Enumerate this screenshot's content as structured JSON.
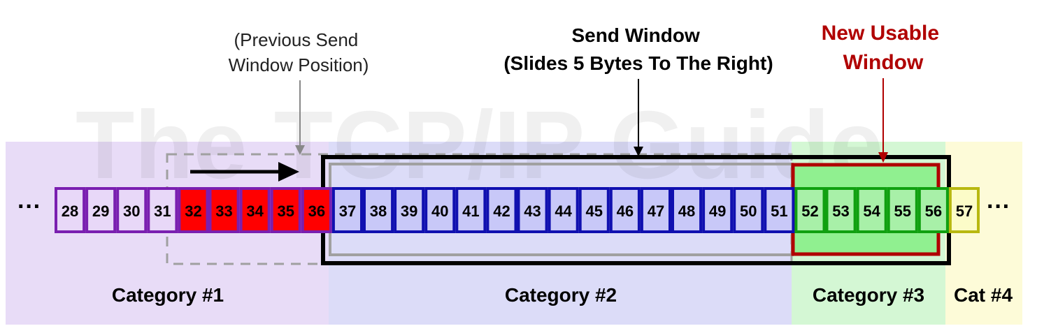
{
  "diagram": {
    "watermark": "The TCP/IP Guide",
    "prev_window_label": [
      "(Previous Send",
      "Window Position)"
    ],
    "send_window_label": [
      "Send Window",
      "(Slides 5 Bytes To The Right)"
    ],
    "new_usable_label": [
      "New Usable",
      "Window"
    ],
    "ellipsis": "···",
    "categories": [
      "Category #1",
      "Category #2",
      "Category #3",
      "Cat #4"
    ],
    "bytes": [
      28,
      29,
      30,
      31,
      32,
      33,
      34,
      35,
      36,
      37,
      38,
      39,
      40,
      41,
      42,
      43,
      44,
      45,
      46,
      47,
      48,
      49,
      50,
      51,
      52,
      53,
      54,
      55,
      56,
      57
    ],
    "byte_groups": {
      "category1": [
        28,
        29,
        30,
        31
      ],
      "moved": [
        32,
        33,
        34,
        35,
        36
      ],
      "category2": [
        37,
        38,
        39,
        40,
        41,
        42,
        43,
        44,
        45,
        46,
        47,
        48,
        49,
        50,
        51
      ],
      "category3": [
        52,
        53,
        54,
        55,
        56
      ],
      "category4": [
        57
      ]
    },
    "colors": {
      "cat1_bg": "#e8dcf7",
      "cat2_bg": "#dcdcf8",
      "cat3_bg": "#d4f7d4",
      "cat4_bg": "#fdfbd8",
      "cat1_border": "#7a1fb0",
      "cat2_border": "#1010b0",
      "cat3_border": "#10a010",
      "cat4_border": "#b8b810",
      "moved_fill": "#ff0000",
      "cat1_fill": "#e8d8f8",
      "cat2_fill": "#c8c8f8",
      "cat3_fill": "#a8f0a8",
      "cat4_fill": "#fcfcc8",
      "new_window": "#b00000"
    }
  }
}
